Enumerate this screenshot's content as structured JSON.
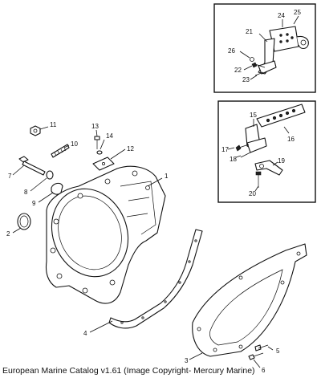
{
  "caption": "European Marine Catalog v1.61 (Image Copyright- Mercury Marine)",
  "callouts": {
    "p1": "1",
    "p2": "2",
    "p3": "3",
    "p4": "4",
    "p5": "5",
    "p6": "6",
    "p7": "7",
    "p8": "8",
    "p9": "9",
    "p10": "10",
    "p11": "11",
    "p12": "12",
    "p13": "13",
    "p14": "14",
    "p15": "15",
    "p16": "16",
    "p17": "17",
    "p18": "18",
    "p19": "19",
    "p20": "20",
    "p21": "21",
    "p22": "22",
    "p23": "23",
    "p24": "24",
    "p25": "25",
    "p26": "26"
  }
}
